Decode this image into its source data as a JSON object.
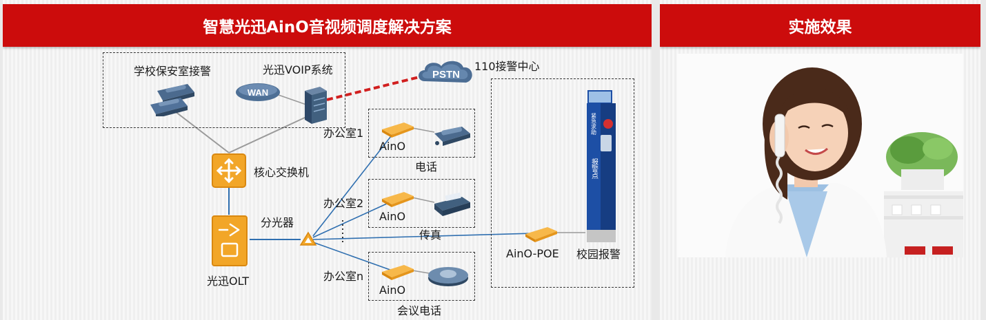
{
  "left_panel": {
    "title": "智慧光迅AinO音视频调度解决方案",
    "labels": {
      "school_guard": "学校保安室接警",
      "voip_system": "光迅VOIP系统",
      "wan": "WAN",
      "pstn": "PSTN",
      "alarm_center": "110接警中心",
      "core_switch": "核心交换机",
      "splitter": "分光器",
      "olt": "光迅OLT",
      "office1": "办公室1",
      "office2": "办公室2",
      "officen": "办公室n",
      "aino_1": "AinO",
      "aino_2": "AinO",
      "aino_3": "AinO",
      "phone": "电话",
      "fax": "传真",
      "conference_phone": "会议电话",
      "aino_poe": "AinO-POE",
      "campus_alarm": "校园报警",
      "pillar_top_text": "紧急求助",
      "pillar_bottom_text": "报警点"
    }
  },
  "right_panel": {
    "title": "实施效果"
  },
  "colors": {
    "header_red": "#cc0c0c",
    "fiber_blue": "#2f6fb0",
    "pstn_link_red": "#d11f1f",
    "device_orange": "#f2a628",
    "pillar_blue": "#1d4fa5"
  }
}
